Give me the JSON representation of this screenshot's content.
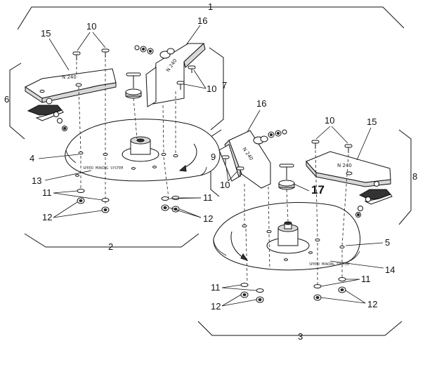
{
  "diagram": {
    "callouts": {
      "c1": "1",
      "c2": "2",
      "c3": "3",
      "c4": "4",
      "c5": "5",
      "c6": "6",
      "c7": "7",
      "c8": "8",
      "c9": "9",
      "c10a": "10",
      "c10b": "10",
      "c10c": "10",
      "c10d": "10",
      "c11a": "11",
      "c11b": "11",
      "c11c": "11",
      "c11d": "11",
      "c12a": "12",
      "c12b": "12",
      "c12c": "12",
      "c12d": "12",
      "c13": "13",
      "c14": "14",
      "c15a": "15",
      "c15b": "15",
      "c16a": "16",
      "c16b": "16",
      "c17": "17"
    },
    "blade_labels": {
      "left_blade": "N 240",
      "right_blade": "N 240",
      "left_arm": "N 240",
      "right_arm": "N 240"
    },
    "disc_stamps": {
      "left": "SPEED MOWING SYSTEM",
      "right": "SPEED MOWING SYSTEM"
    }
  }
}
